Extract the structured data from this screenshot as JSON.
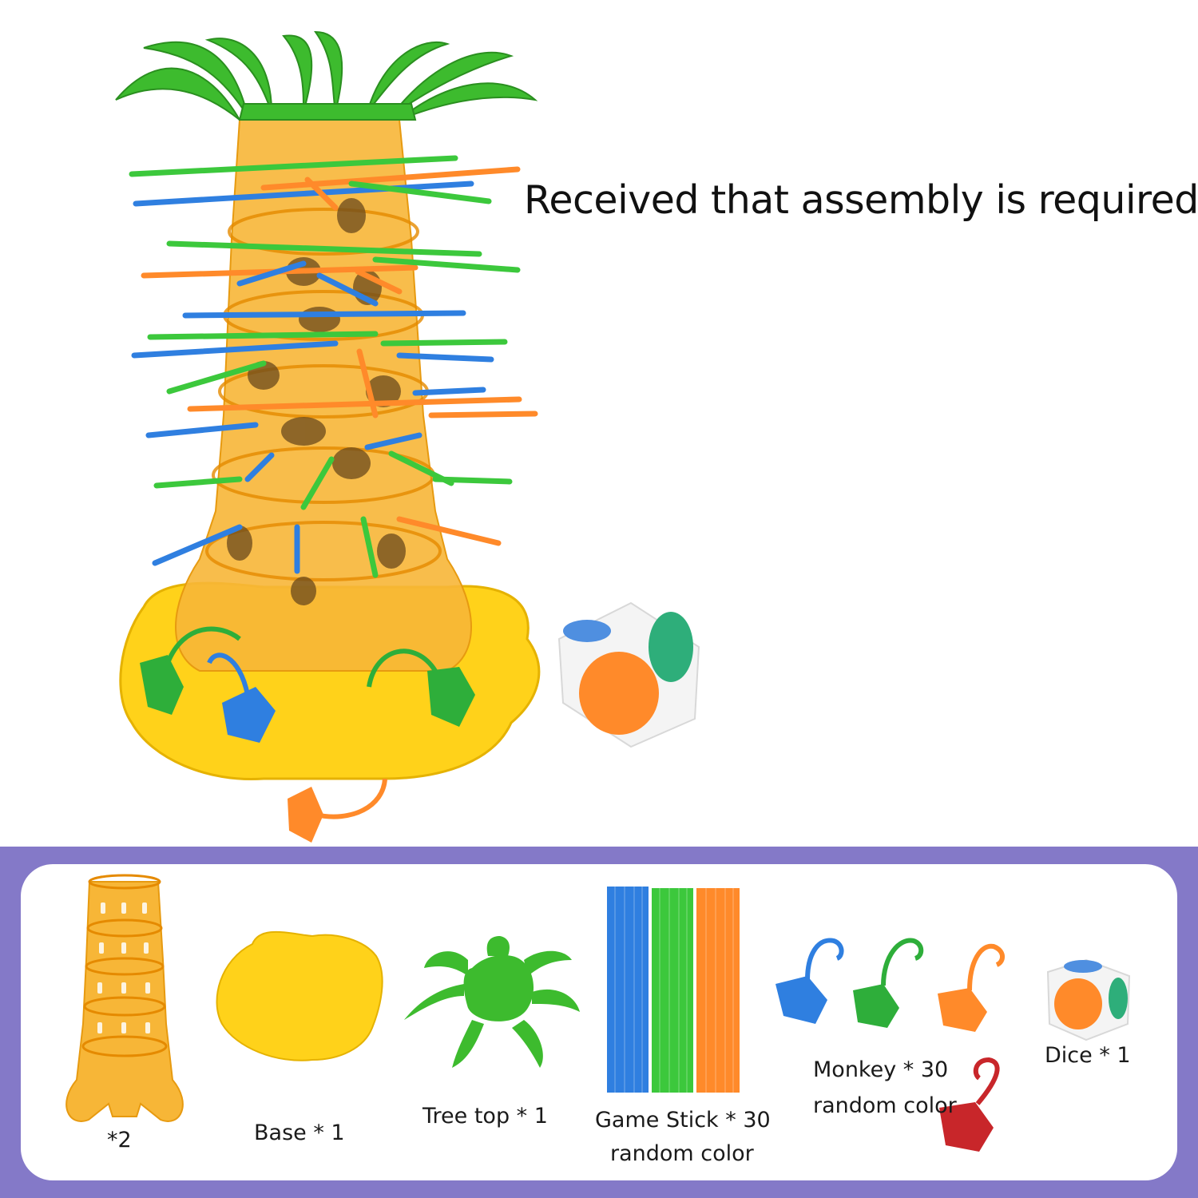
{
  "headline": "Received that assembly is required",
  "parts": [
    {
      "label": "*2",
      "sub": ""
    },
    {
      "label": "Base * 1",
      "sub": ""
    },
    {
      "label": "Tree top * 1",
      "sub": ""
    },
    {
      "label": "Game Stick * 30",
      "sub": "random color"
    },
    {
      "label": "Monkey * 30",
      "sub": "random color"
    },
    {
      "label": "Dice * 1",
      "sub": ""
    }
  ],
  "colors": {
    "band": "#8479c8",
    "stick_blue": "#2f7fe0",
    "stick_green": "#3cc83c",
    "stick_orange": "#ff8a2a",
    "trunk": "#f7b637",
    "base": "#ffd21a",
    "leaf": "#3dbb2e",
    "monkey_red": "#c8262a"
  }
}
